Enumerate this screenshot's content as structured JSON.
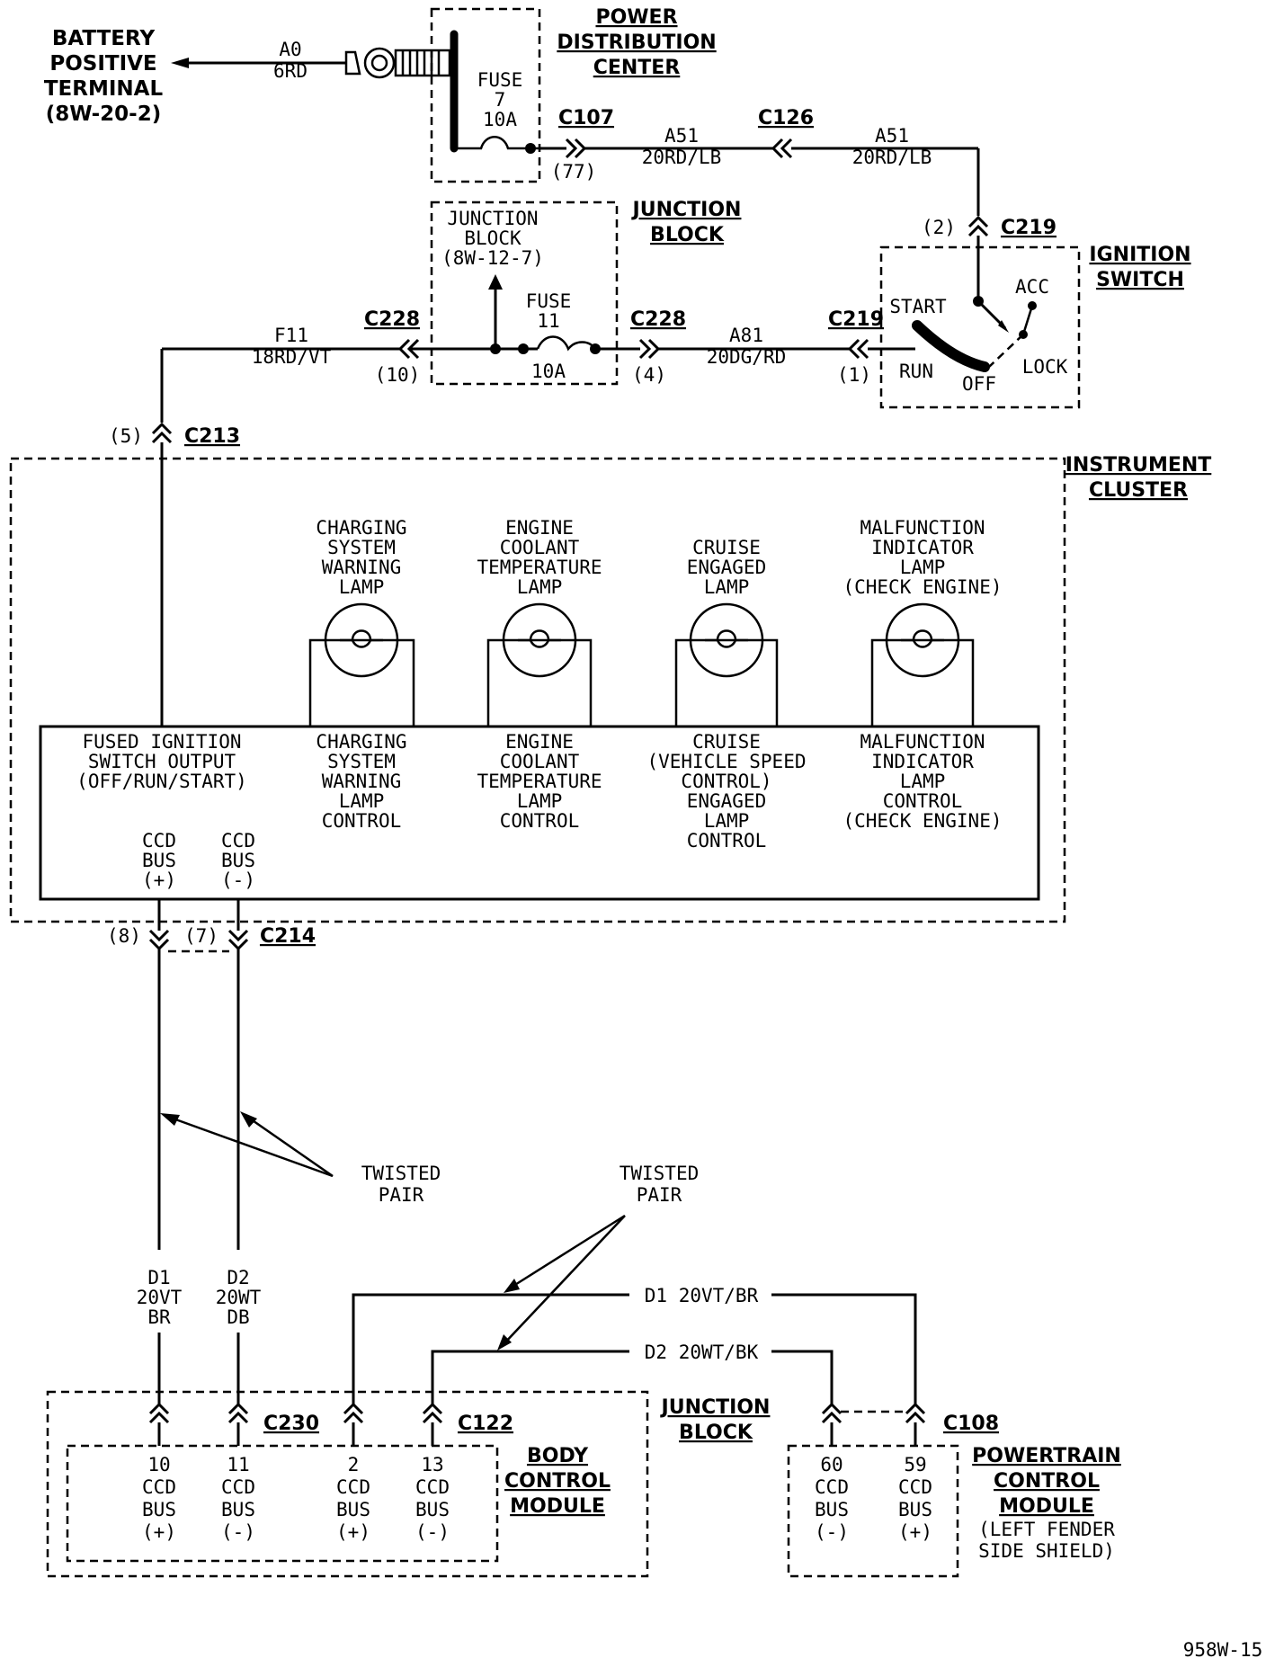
{
  "battery": {
    "line1": "BATTERY",
    "line2": "POSITIVE",
    "line3": "TERMINAL",
    "ref": "(8W-20-2)",
    "wire_code": "A0",
    "wire_color": "6RD"
  },
  "pdc": {
    "line1": "POWER",
    "line2": "DISTRIBUTION",
    "line3": "CENTER",
    "fuse_label": "FUSE",
    "fuse_num": "7",
    "fuse_amp": "10A",
    "connector": "C107",
    "pin": "(77)"
  },
  "wire_a51": {
    "code": "A51",
    "color": "20RD/LB"
  },
  "c126": "C126",
  "c219": {
    "name": "C219",
    "pin2": "(2)",
    "pin1": "(1)"
  },
  "ignition": {
    "title1": "IGNITION",
    "title2": "SWITCH",
    "start": "START",
    "acc": "ACC",
    "run": "RUN",
    "off": "OFF",
    "lock": "LOCK"
  },
  "junction_top": {
    "label1": "JUNCTION",
    "label2": "BLOCK",
    "inner1": "JUNCTION",
    "inner2": "BLOCK",
    "inner3": "(8W-12-7)",
    "fuse_label": "FUSE",
    "fuse_num": "11",
    "fuse_amp": "10A",
    "c228": "C228",
    "pin10": "(10)",
    "pin4": "(4)"
  },
  "wire_a81": {
    "code": "A81",
    "color": "20DG/RD"
  },
  "wire_f11": {
    "code": "F11",
    "color": "18RD/VT"
  },
  "c213": {
    "name": "C213",
    "pin": "(5)"
  },
  "cluster": {
    "title1": "INSTRUMENT",
    "title2": "CLUSTER",
    "lamps": [
      {
        "lines": [
          "CHARGING",
          "SYSTEM",
          "WARNING",
          "LAMP"
        ]
      },
      {
        "lines": [
          "ENGINE",
          "COOLANT",
          "TEMPERATURE",
          "LAMP"
        ]
      },
      {
        "lines": [
          "CRUISE",
          "ENGAGED",
          "LAMP"
        ]
      },
      {
        "lines": [
          "MALFUNCTION",
          "INDICATOR",
          "LAMP",
          "(CHECK ENGINE)"
        ]
      }
    ],
    "controls": [
      {
        "lines": [
          "CHARGING",
          "SYSTEM",
          "WARNING",
          "LAMP",
          "CONTROL"
        ]
      },
      {
        "lines": [
          "ENGINE",
          "COOLANT",
          "TEMPERATURE",
          "LAMP",
          "CONTROL"
        ]
      },
      {
        "lines": [
          "CRUISE",
          "(VEHICLE SPEED",
          "CONTROL)",
          "ENGAGED",
          "LAMP",
          "CONTROL"
        ]
      },
      {
        "lines": [
          "MALFUNCTION",
          "INDICATOR",
          "LAMP",
          "CONTROL",
          "(CHECK ENGINE)"
        ]
      }
    ],
    "fused": [
      "FUSED IGNITION",
      "SWITCH OUTPUT",
      "(OFF/RUN/START)"
    ],
    "ccd_plus": [
      "CCD",
      "BUS",
      "(+)"
    ],
    "ccd_minus": [
      "CCD",
      "BUS",
      "(-)"
    ]
  },
  "c214": {
    "name": "C214",
    "pin8": "(8)",
    "pin7": "(7)"
  },
  "twisted_left": [
    "TWISTED",
    "PAIR"
  ],
  "twisted_right": [
    "TWISTED",
    "PAIR"
  ],
  "wire_d1_left": [
    "D1",
    "20VT",
    "BR"
  ],
  "wire_d2_left": [
    "D2",
    "20WT",
    "DB"
  ],
  "wire_d1_right": "D1  20VT/BR",
  "wire_d2_right": "D2  20WT/BK",
  "junction_bottom": {
    "label1": "JUNCTION",
    "label2": "BLOCK",
    "c230": "C230",
    "c122": "C122"
  },
  "bcm": {
    "title1": "BODY",
    "title2": "CONTROL",
    "title3": "MODULE",
    "pins": [
      {
        "num": "10",
        "lines": [
          "CCD",
          "BUS",
          "(+)"
        ]
      },
      {
        "num": "11",
        "lines": [
          "CCD",
          "BUS",
          "(-)"
        ]
      },
      {
        "num": "2",
        "lines": [
          "CCD",
          "BUS",
          "(+)"
        ]
      },
      {
        "num": "13",
        "lines": [
          "CCD",
          "BUS",
          "(-)"
        ]
      }
    ]
  },
  "pcm": {
    "connector": "C108",
    "title1": "POWERTRAIN",
    "title2": "CONTROL",
    "title3": "MODULE",
    "sub1": "(LEFT FENDER",
    "sub2": "SIDE SHIELD)",
    "pins": [
      {
        "num": "60",
        "lines": [
          "CCD",
          "BUS",
          "(-)"
        ]
      },
      {
        "num": "59",
        "lines": [
          "CCD",
          "BUS",
          "(+)"
        ]
      }
    ]
  },
  "figure_id": "958W-15"
}
